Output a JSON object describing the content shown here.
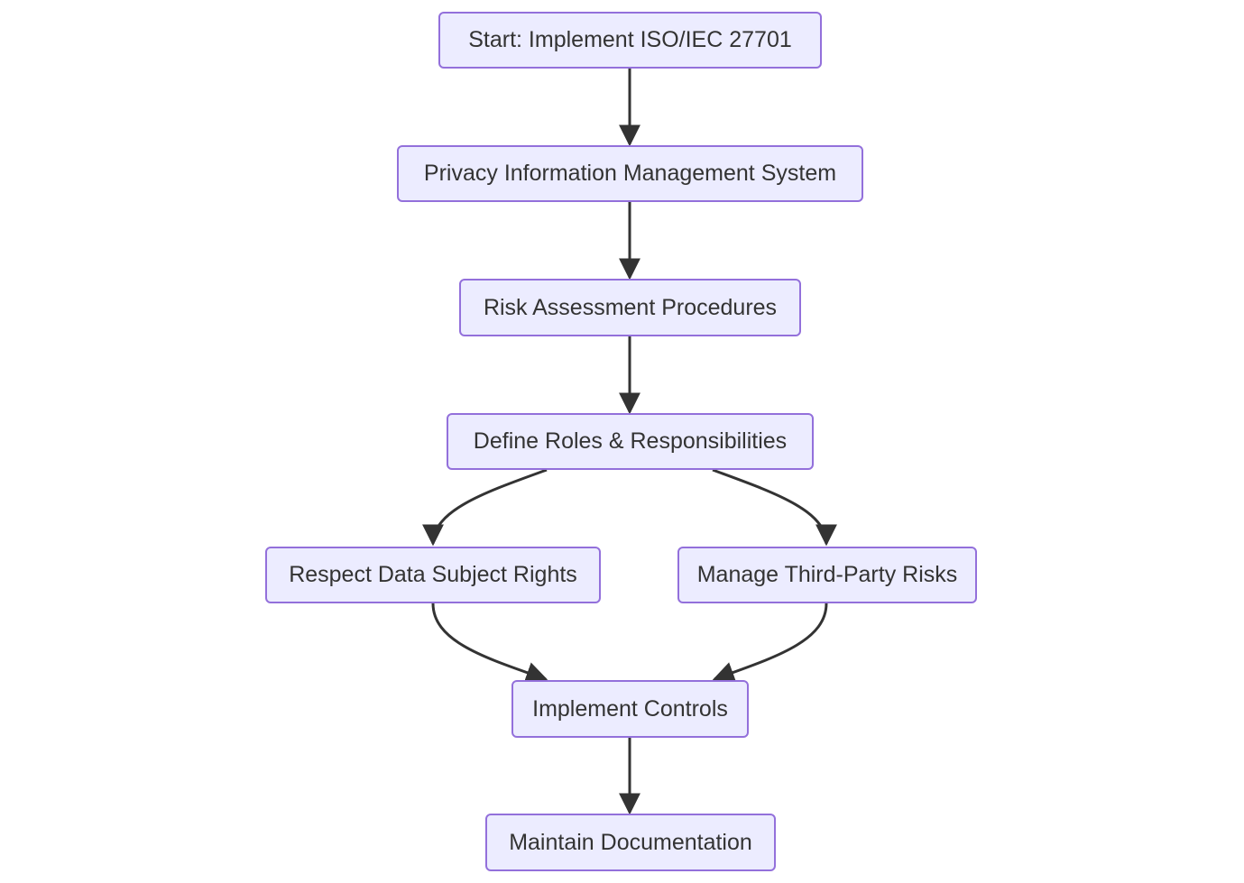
{
  "diagram": {
    "nodes": {
      "start": {
        "label": "Start: Implement ISO/IEC 27701"
      },
      "pims": {
        "label": "Privacy Information Management System"
      },
      "risk": {
        "label": "Risk Assessment Procedures"
      },
      "roles": {
        "label": "Define Roles & Responsibilities"
      },
      "rights": {
        "label": "Respect Data Subject Rights"
      },
      "thirdparty": {
        "label": "Manage Third-Party Risks"
      },
      "controls": {
        "label": "Implement Controls"
      },
      "docs": {
        "label": "Maintain Documentation"
      }
    },
    "edges": [
      {
        "from": "start",
        "to": "pims"
      },
      {
        "from": "pims",
        "to": "risk"
      },
      {
        "from": "risk",
        "to": "roles"
      },
      {
        "from": "roles",
        "to": "rights"
      },
      {
        "from": "roles",
        "to": "thirdparty"
      },
      {
        "from": "rights",
        "to": "controls"
      },
      {
        "from": "thirdparty",
        "to": "controls"
      },
      {
        "from": "controls",
        "to": "docs"
      }
    ],
    "colors": {
      "node_fill": "#ececff",
      "node_border": "#9370db",
      "edge": "#333333",
      "text": "#333333"
    }
  }
}
